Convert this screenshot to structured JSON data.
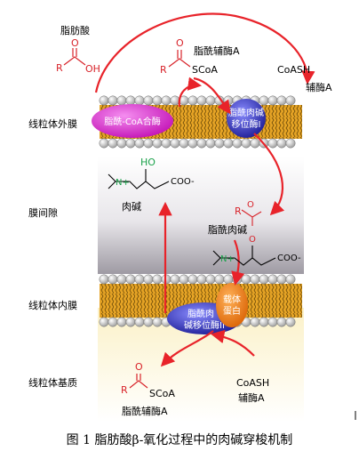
{
  "labels": {
    "fatty_acid": "脂肪酸",
    "acyl_coa_top": "脂酰辅酶A",
    "coash_top": "CoASH",
    "coenzyme_a_top": "辅酶A",
    "outer_membrane": "线粒体外膜",
    "acyl_coa_synthetase": "脂酰-CoA合酶",
    "cpt1_line1": "脂酰肉碱",
    "cpt1_line2": "移位酶I",
    "intermembrane_space": "膜间隙",
    "carnitine": "肉碱",
    "acylcarnitine": "脂酰肉碱",
    "inner_membrane": "线粒体内膜",
    "carrier_line1": "载体",
    "carrier_line2": "蛋白",
    "cpt2_line1": "脂酰肉",
    "cpt2_line2": "碱移位酶II",
    "matrix": "线粒体基质",
    "coash_bottom": "CoASH",
    "coenzyme_a_bottom": "辅酶A",
    "acyl_coa_bottom": "脂酰辅酶A"
  },
  "chem": {
    "R": "R",
    "O": "O",
    "OH": "OH",
    "SCoA": "SCoA",
    "HO": "HO",
    "N_plus": "N+",
    "COO_minus": "COO-"
  },
  "caption": "图 1  脂肪酸β-氧化过程中的肉碱穿梭机制",
  "colors": {
    "arrow": "#e8232a",
    "structure_red": "#d8232a",
    "carnitine_green": "#1aa14a",
    "synthetase": "#d41fc0",
    "cpt": "#2222b8",
    "carrier": "#f07a16",
    "matrix_bg": "#fdf6d6"
  }
}
